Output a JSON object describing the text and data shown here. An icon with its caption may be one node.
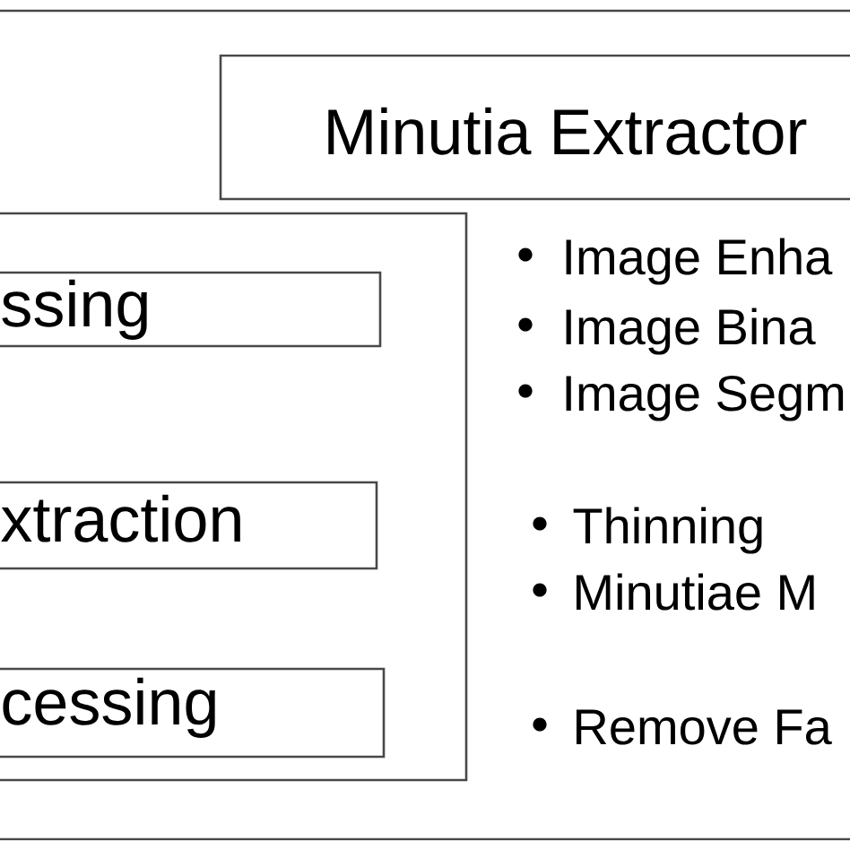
{
  "diagram": {
    "nodes": [
      {
        "text": [],
        "shape": "box"
      },
      {
        "text": [
          "Minutia Extractor"
        ],
        "in": 0
      },
      {
        "text": [],
        "shape": "box",
        "in": 0
      },
      {
        "text": [
          "ssing"
        ],
        "in": 2
      },
      {
        "text": [
          "xtraction"
        ],
        "in": 2
      },
      {
        "text": [
          "cessing"
        ],
        "in": 2
      }
    ],
    "labels": [
      "Image Enha",
      "Image Bina",
      "Image Segm",
      "Thinning",
      "Minutiae M",
      "Remove Fa"
    ]
  }
}
